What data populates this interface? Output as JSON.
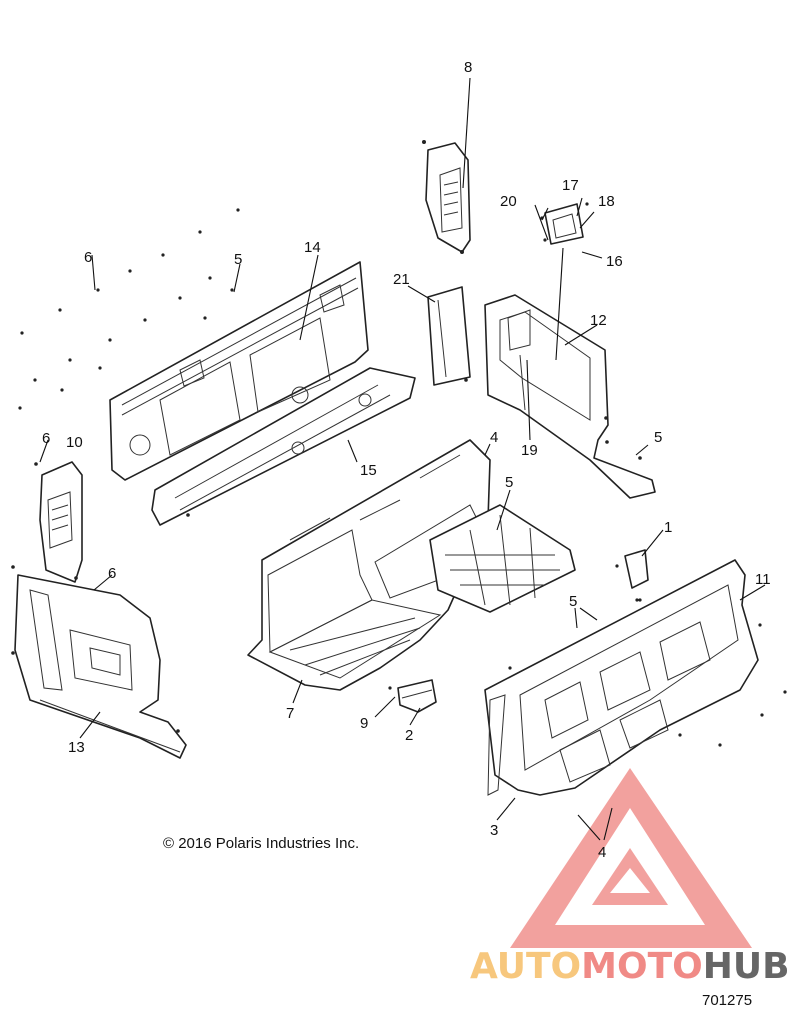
{
  "callouts": {
    "c1": "1",
    "c2": "2",
    "c3": "3",
    "c4a": "4",
    "c4b": "4",
    "c5a": "5",
    "c5b": "5",
    "c5c": "5",
    "c5d": "5",
    "c6a": "6",
    "c6b": "6",
    "c6c": "6",
    "c7": "7",
    "c8": "8",
    "c9": "9",
    "c10": "10",
    "c11": "11",
    "c12": "12",
    "c13": "13",
    "c14": "14",
    "c15": "15",
    "c16": "16",
    "c17": "17",
    "c18": "18",
    "c19": "19",
    "c20": "20",
    "c21": "21"
  },
  "copyright": "© 2016 Polaris Industries Inc.",
  "doc_number": "701275",
  "watermark": {
    "part1": "AUTO",
    "part2": "MOTO",
    "part3": "HUB"
  },
  "colors": {
    "watermark_red": "#f08a86",
    "watermark_orange": "#f7c77d",
    "watermark_gray": "#666666"
  }
}
